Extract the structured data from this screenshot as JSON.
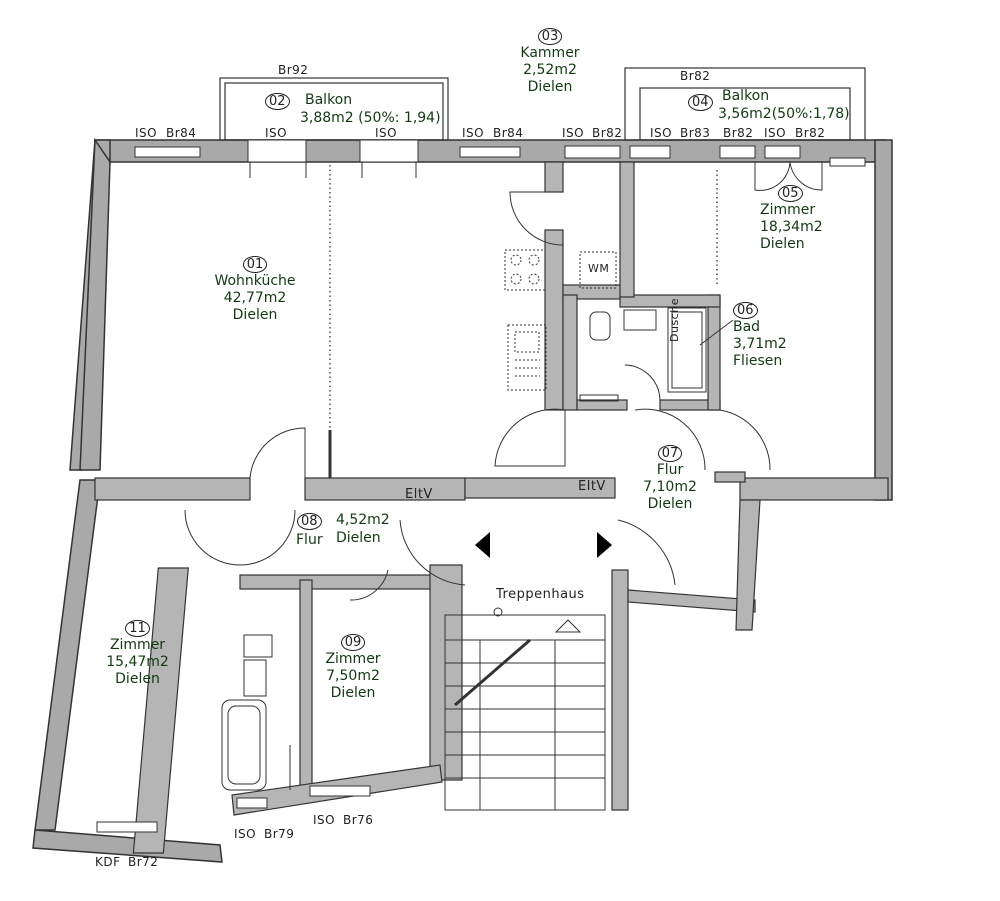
{
  "rooms": {
    "r01": {
      "number": "01",
      "name": "Wohnküche",
      "area": "42,77m2",
      "floor": "Dielen"
    },
    "r02": {
      "number": "02",
      "name": "Balkon",
      "area": "3,88m2 (50%: 1,94)"
    },
    "r03": {
      "number": "03",
      "name": "Kammer",
      "area": "2,52m2",
      "floor": "Dielen"
    },
    "r04": {
      "number": "04",
      "name": "Balkon",
      "area": "3,56m2(50%:1,78)"
    },
    "r05": {
      "number": "05",
      "name": "Zimmer",
      "area": "18,34m2",
      "floor": "Dielen"
    },
    "r06": {
      "number": "06",
      "name": "Bad",
      "area": "3,71m2",
      "floor": "Fliesen"
    },
    "r07": {
      "number": "07",
      "name": "Flur",
      "area": "7,10m2",
      "floor": "Dielen"
    },
    "r08": {
      "number": "08",
      "name": "Flur",
      "area": "4,52m2",
      "floor": "Dielen"
    },
    "r09": {
      "number": "09",
      "name": "Zimmer",
      "area": "7,50m2",
      "floor": "Dielen"
    },
    "r11": {
      "number": "11",
      "name": "Zimmer",
      "area": "15,47m2",
      "floor": "Dielen"
    }
  },
  "windows": {
    "w1": "ISO",
    "w2": "Br84",
    "w3": "ISO",
    "w4": "ISO",
    "w5": "ISO",
    "w6": "Br84",
    "w7": "ISO",
    "w8": "Br82",
    "w9": "ISO",
    "w10": "Br83",
    "w11": "Br82",
    "w12": "ISO",
    "w13": "Br82",
    "w14": "ISO",
    "w15": "Br79",
    "w16": "ISO",
    "w17": "Br76",
    "w18": "KDF",
    "w19": "Br72"
  },
  "balcony_widths": {
    "b1": "Br92",
    "b2": "Br82"
  },
  "fixtures": {
    "washer": "WM",
    "shower": "Dusche"
  },
  "utility": {
    "e1": "EltV",
    "e2": "EltV"
  },
  "stairs": {
    "label": "Treppenhaus"
  }
}
